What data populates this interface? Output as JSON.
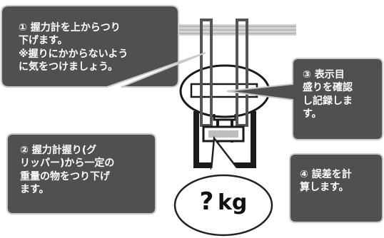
{
  "steps": [
    {
      "marker": "①",
      "text": "握力計を上からつり\n下げます。\n※握りにかからないよう\nに気をつけましょう。"
    },
    {
      "marker": "②",
      "text": "握力計握り(グ\nリッパー)から一定の\n重量の物をつり下げ\nます。"
    },
    {
      "marker": "③",
      "text": "表示目\n盛りを確認\nし記録しま\nす。"
    },
    {
      "marker": "④",
      "text": "誤差を計\n算します。"
    }
  ],
  "weight_label": {
    "question": "?",
    "unit": "kg"
  },
  "colors": {
    "callout_fill": "#505050",
    "callout_border": "#c8c8c8",
    "rod": "#cfcfcf",
    "device": "#1a1a1a",
    "bubble_border": "#222222"
  }
}
